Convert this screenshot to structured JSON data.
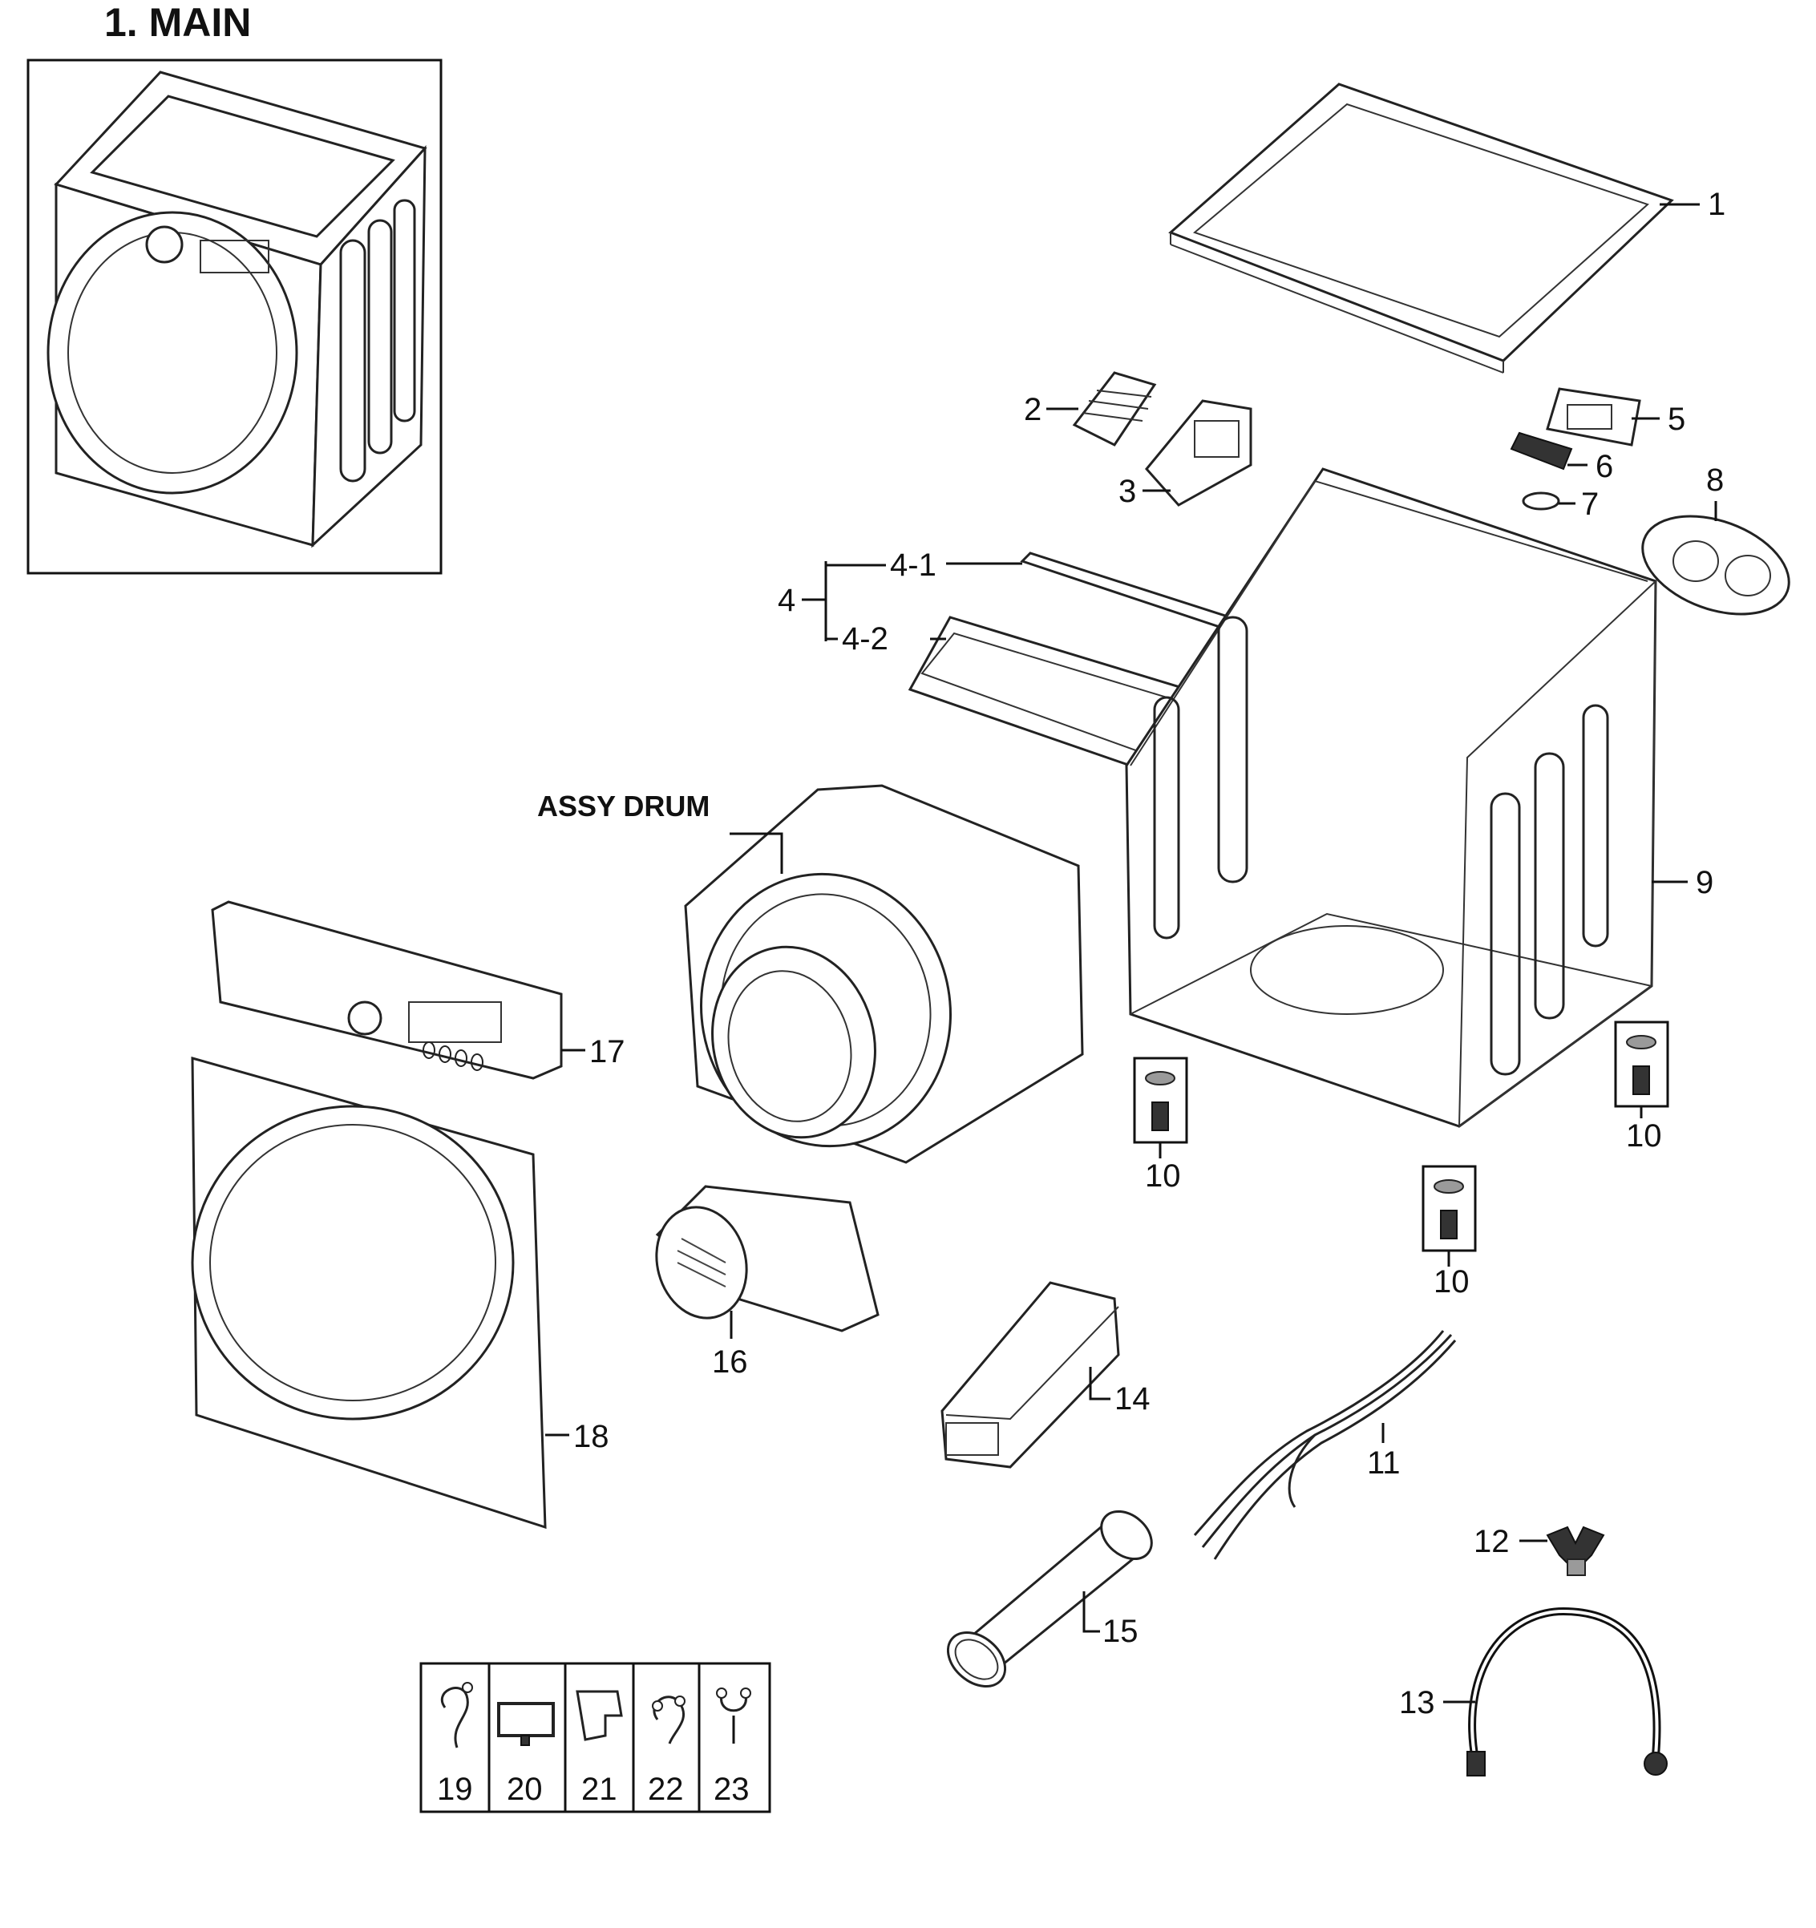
{
  "title": "1. MAIN",
  "assy_drum_label": "ASSY DRUM",
  "callouts": {
    "c1": "1",
    "c2": "2",
    "c3": "3",
    "c4": "4",
    "c4_1": "4-1",
    "c4_2": "4-2",
    "c5": "5",
    "c6": "6",
    "c7": "7",
    "c8": "8",
    "c9": "9",
    "c10a": "10",
    "c10b": "10",
    "c10c": "10",
    "c11": "11",
    "c12": "12",
    "c13": "13",
    "c14": "14",
    "c15": "15",
    "c16": "16",
    "c17": "17",
    "c18": "18"
  },
  "small_parts": [
    "19",
    "20",
    "21",
    "22",
    "23"
  ]
}
